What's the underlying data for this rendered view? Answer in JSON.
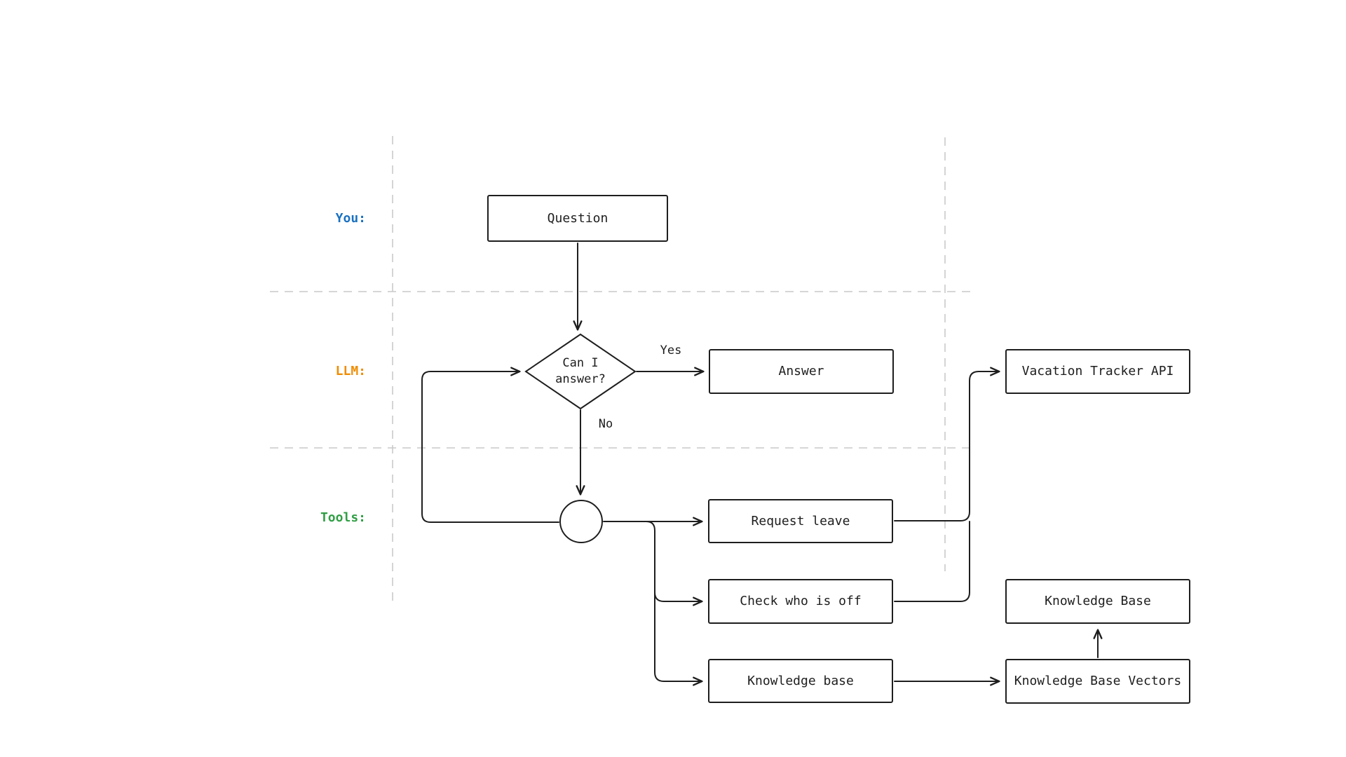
{
  "colors": {
    "stroke": "#1e1e1e",
    "lane_grid": "#c9c9c9",
    "background": "#ffffff",
    "you": "#1971c2",
    "llm": "#f08c00",
    "tools": "#2f9e44"
  },
  "lanes": [
    {
      "id": "you",
      "label": "You:",
      "color": "#1971c2"
    },
    {
      "id": "llm",
      "label": "LLM:",
      "color": "#f08c00"
    },
    {
      "id": "tools",
      "label": "Tools:",
      "color": "#2f9e44"
    }
  ],
  "nodes": {
    "question": {
      "label": "Question",
      "shape": "rect",
      "lane": "you"
    },
    "decision": {
      "label_line1": "Can I",
      "label_line2": "answer?",
      "shape": "diamond",
      "lane": "llm"
    },
    "answer": {
      "label": "Answer",
      "shape": "rect",
      "lane": "llm"
    },
    "vacation_tracker_api": {
      "label": "Vacation Tracker API",
      "shape": "rect"
    },
    "tools_junction": {
      "label": "",
      "shape": "circle",
      "lane": "tools"
    },
    "request_leave": {
      "label": "Request leave",
      "shape": "rect",
      "lane": "tools"
    },
    "check_who_is_off": {
      "label": "Check who is off",
      "shape": "rect",
      "lane": "tools"
    },
    "knowledge_base_tool": {
      "label": "Knowledge base",
      "shape": "rect",
      "lane": "tools"
    },
    "knowledge_base": {
      "label": "Knowledge Base",
      "shape": "rect"
    },
    "knowledge_base_vectors": {
      "label": "Knowledge Base Vectors",
      "shape": "rect"
    }
  },
  "edges": [
    {
      "from": "question",
      "to": "decision",
      "label": ""
    },
    {
      "from": "decision",
      "to": "answer",
      "label": "Yes"
    },
    {
      "from": "decision",
      "to": "tools_junction",
      "label": "No"
    },
    {
      "from": "tools_junction",
      "to": "decision",
      "label": ""
    },
    {
      "from": "tools_junction",
      "to": "request_leave",
      "label": ""
    },
    {
      "from": "tools_junction",
      "to": "check_who_is_off",
      "label": ""
    },
    {
      "from": "tools_junction",
      "to": "knowledge_base_tool",
      "label": ""
    },
    {
      "from": "request_leave",
      "to": "vacation_tracker_api",
      "label": ""
    },
    {
      "from": "check_who_is_off",
      "to": "vacation_tracker_api",
      "label": ""
    },
    {
      "from": "knowledge_base_tool",
      "to": "knowledge_base_vectors",
      "label": ""
    },
    {
      "from": "knowledge_base_vectors",
      "to": "knowledge_base",
      "label": ""
    }
  ]
}
